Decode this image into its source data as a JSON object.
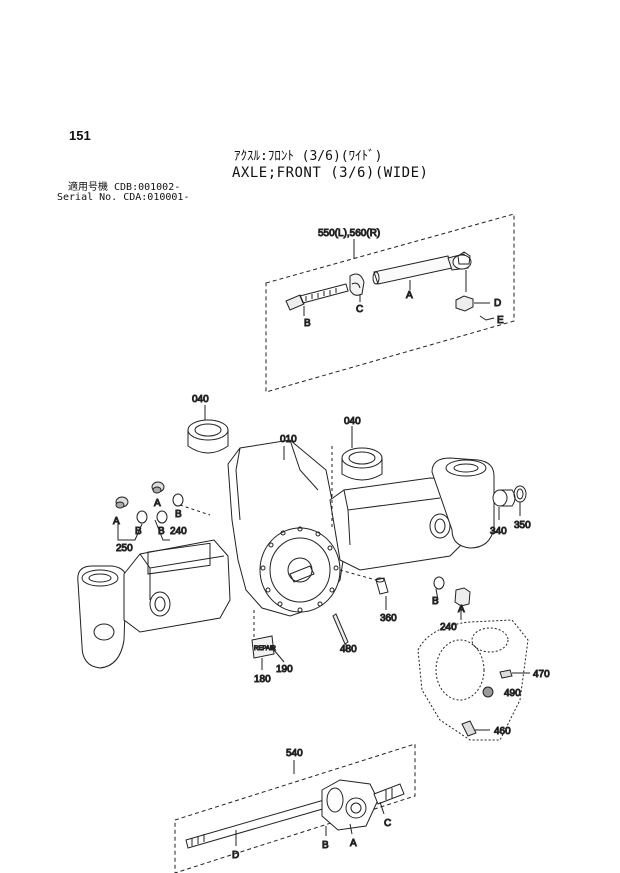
{
  "page_number": "151",
  "title_jp": "ｱｸｽﾙ:ﾌﾛﾝﾄ (3/6)(ﾜｲﾄﾞ)",
  "title_en": "AXLE;FRONT (3/6)(WIDE)",
  "serial": {
    "line1": "適用号機 CDB:001002-",
    "line2": "Serial No. CDA:010001-"
  },
  "callouts": {
    "c550": "550(L),560(R)",
    "c040a": "040",
    "c040b": "040",
    "c010": "010",
    "c340": "340",
    "c350": "350",
    "c250": "250",
    "c240a": "240",
    "c240b": "240",
    "c360": "360",
    "c480": "480",
    "c470": "470",
    "c490": "490",
    "c460": "460",
    "c180": "180",
    "c190": "190",
    "c540": "540"
  },
  "letters": {
    "tie_A": "A",
    "tie_B": "B",
    "tie_C": "C",
    "tie_D": "D",
    "tie_E": "E",
    "l_A1": "A",
    "l_B1": "B",
    "l_A2": "A",
    "l_B2": "B",
    "l_B3": "B",
    "r_B": "B",
    "r_A": "A",
    "s_A": "A",
    "s_B": "B",
    "s_C": "C",
    "s_D": "D"
  },
  "plate_text": "REPAIR"
}
